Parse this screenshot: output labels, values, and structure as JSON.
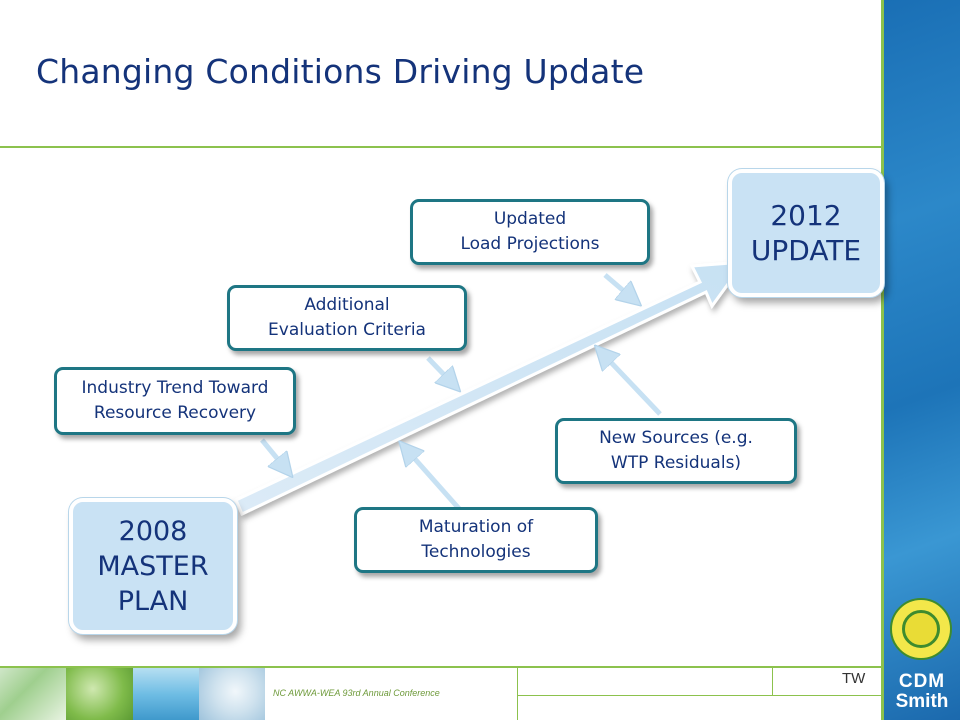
{
  "slide": {
    "title": "Changing Conditions Driving Update",
    "footer_conference": "NC AWWA-WEA 93rd Annual Conference",
    "footer_initials": "TW",
    "logo_line1": "CDM",
    "logo_line2": "Smith"
  },
  "diagram": {
    "start": [
      "2008",
      "MASTER",
      "PLAN"
    ],
    "end": [
      "2012",
      "UPDATE"
    ],
    "drivers": [
      {
        "line1": "Updated",
        "line2": "Load Projections"
      },
      {
        "line1": "Additional",
        "line2": "Evaluation Criteria"
      },
      {
        "line1": "Industry Trend Toward",
        "line2": "Resource Recovery"
      },
      {
        "line1": "New Sources (e.g.",
        "line2": "WTP Residuals)"
      },
      {
        "line1": "Maturation of",
        "line2": "Technologies"
      }
    ]
  },
  "colors": {
    "title": "#14337a",
    "accent_green": "#8cc24d",
    "box_border": "#1e7684",
    "arrow_fill": "#c9e2f4",
    "strip_blue": "#1d74b8"
  }
}
